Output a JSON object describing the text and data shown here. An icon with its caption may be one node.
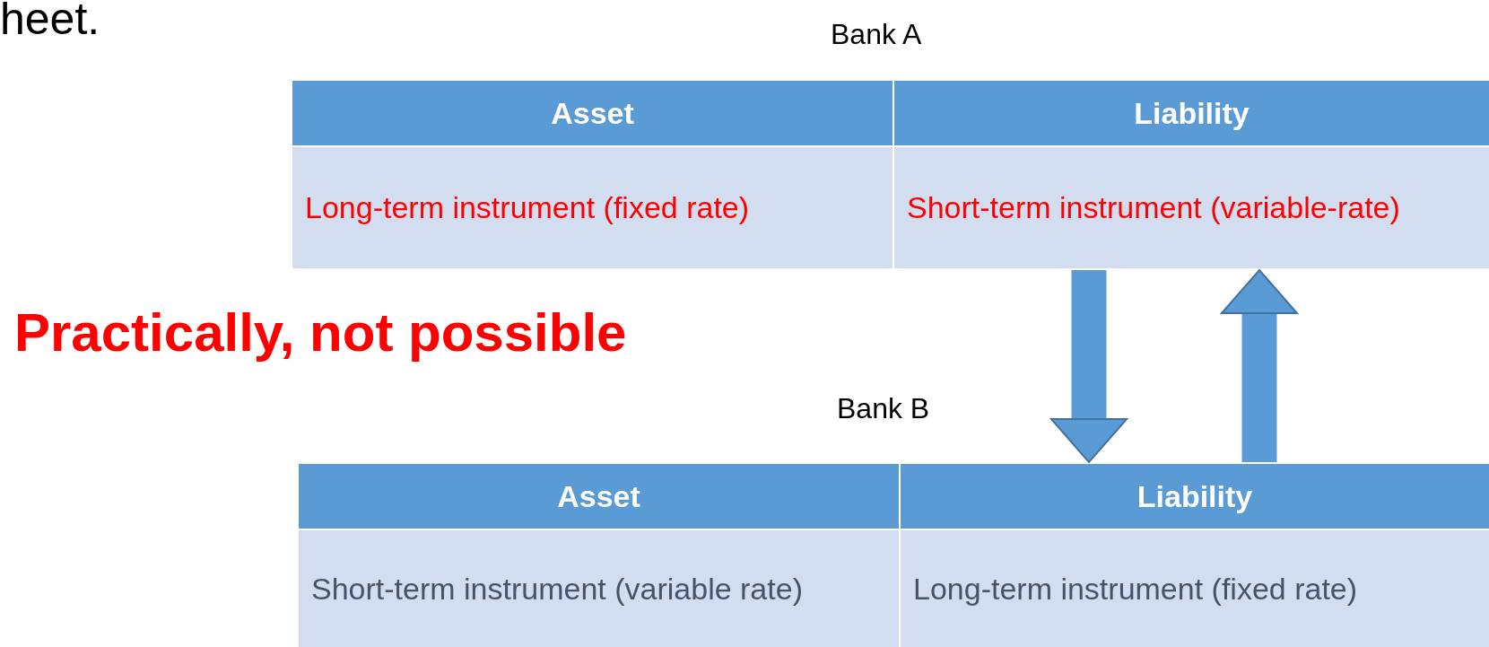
{
  "diagram": {
    "nodes": [
      {
        "text": [
          "Bank A"
        ]
      },
      {
        "text": [
          "Asset"
        ],
        "in": 0
      },
      {
        "text": [
          "Liability"
        ],
        "in": 0
      },
      {
        "text": [
          "Long-term instrument (fixed rate)"
        ],
        "in": 0
      },
      {
        "text": [
          "Short-term instrument (variable-rate)"
        ],
        "in": 0
      },
      {
        "text": [
          "Bank B"
        ]
      },
      {
        "text": [
          "Asset"
        ],
        "in": 5
      },
      {
        "text": [
          "Liability"
        ],
        "in": 5
      },
      {
        "text": [
          "Short-term instrument (variable rate)"
        ],
        "in": 5
      },
      {
        "text": [
          "Long-term instrument (fixed rate)"
        ],
        "in": 5
      }
    ],
    "edges": [
      {
        "from": 4,
        "to": 7,
        "arrow": "to"
      },
      {
        "from": 7,
        "to": 4,
        "arrow": "to"
      }
    ],
    "labels": [
      "heet.",
      "Practically, not possible"
    ]
  }
}
